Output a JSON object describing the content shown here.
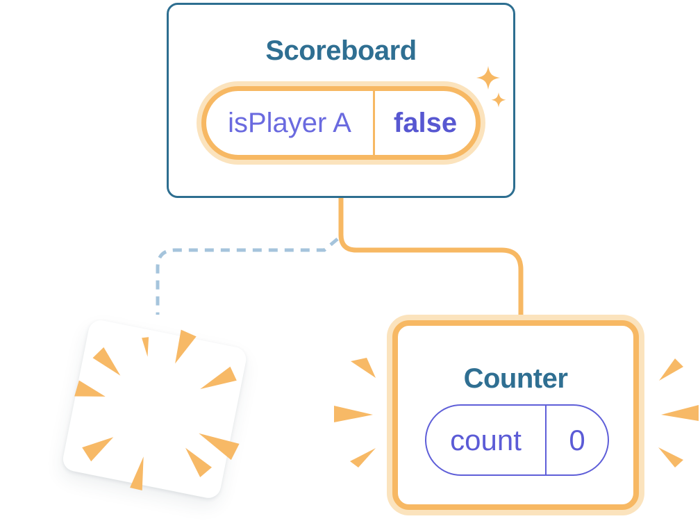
{
  "diagram": {
    "scoreboard_card": {
      "title": "Scoreboard",
      "state": {
        "key": "isPlayer A",
        "value": "false"
      }
    },
    "counter_card": {
      "title": "Counter",
      "state": {
        "key": "count",
        "value": "0"
      }
    }
  },
  "icons": {
    "sparkles_icon": "two four-point stars (new state set)",
    "poof_burst_icon": "radial orange wedges (component removed)",
    "emphasis_burst_icon": "side orange wedges (component added)"
  },
  "colors": {
    "card_border_blue": "#2D6E90",
    "title_blue": "#2F6F92",
    "state_key_purple": "#6A6ADF",
    "state_value_purple": "#5757D1",
    "counter_purple": "#5B5BD6",
    "highlight_orange": "#F7B863",
    "highlight_glow": "#FBE3BD",
    "burst_orange": "#F7B966",
    "dashed_connector_blue": "#A5C4DC",
    "background": "#FFFFFF"
  }
}
